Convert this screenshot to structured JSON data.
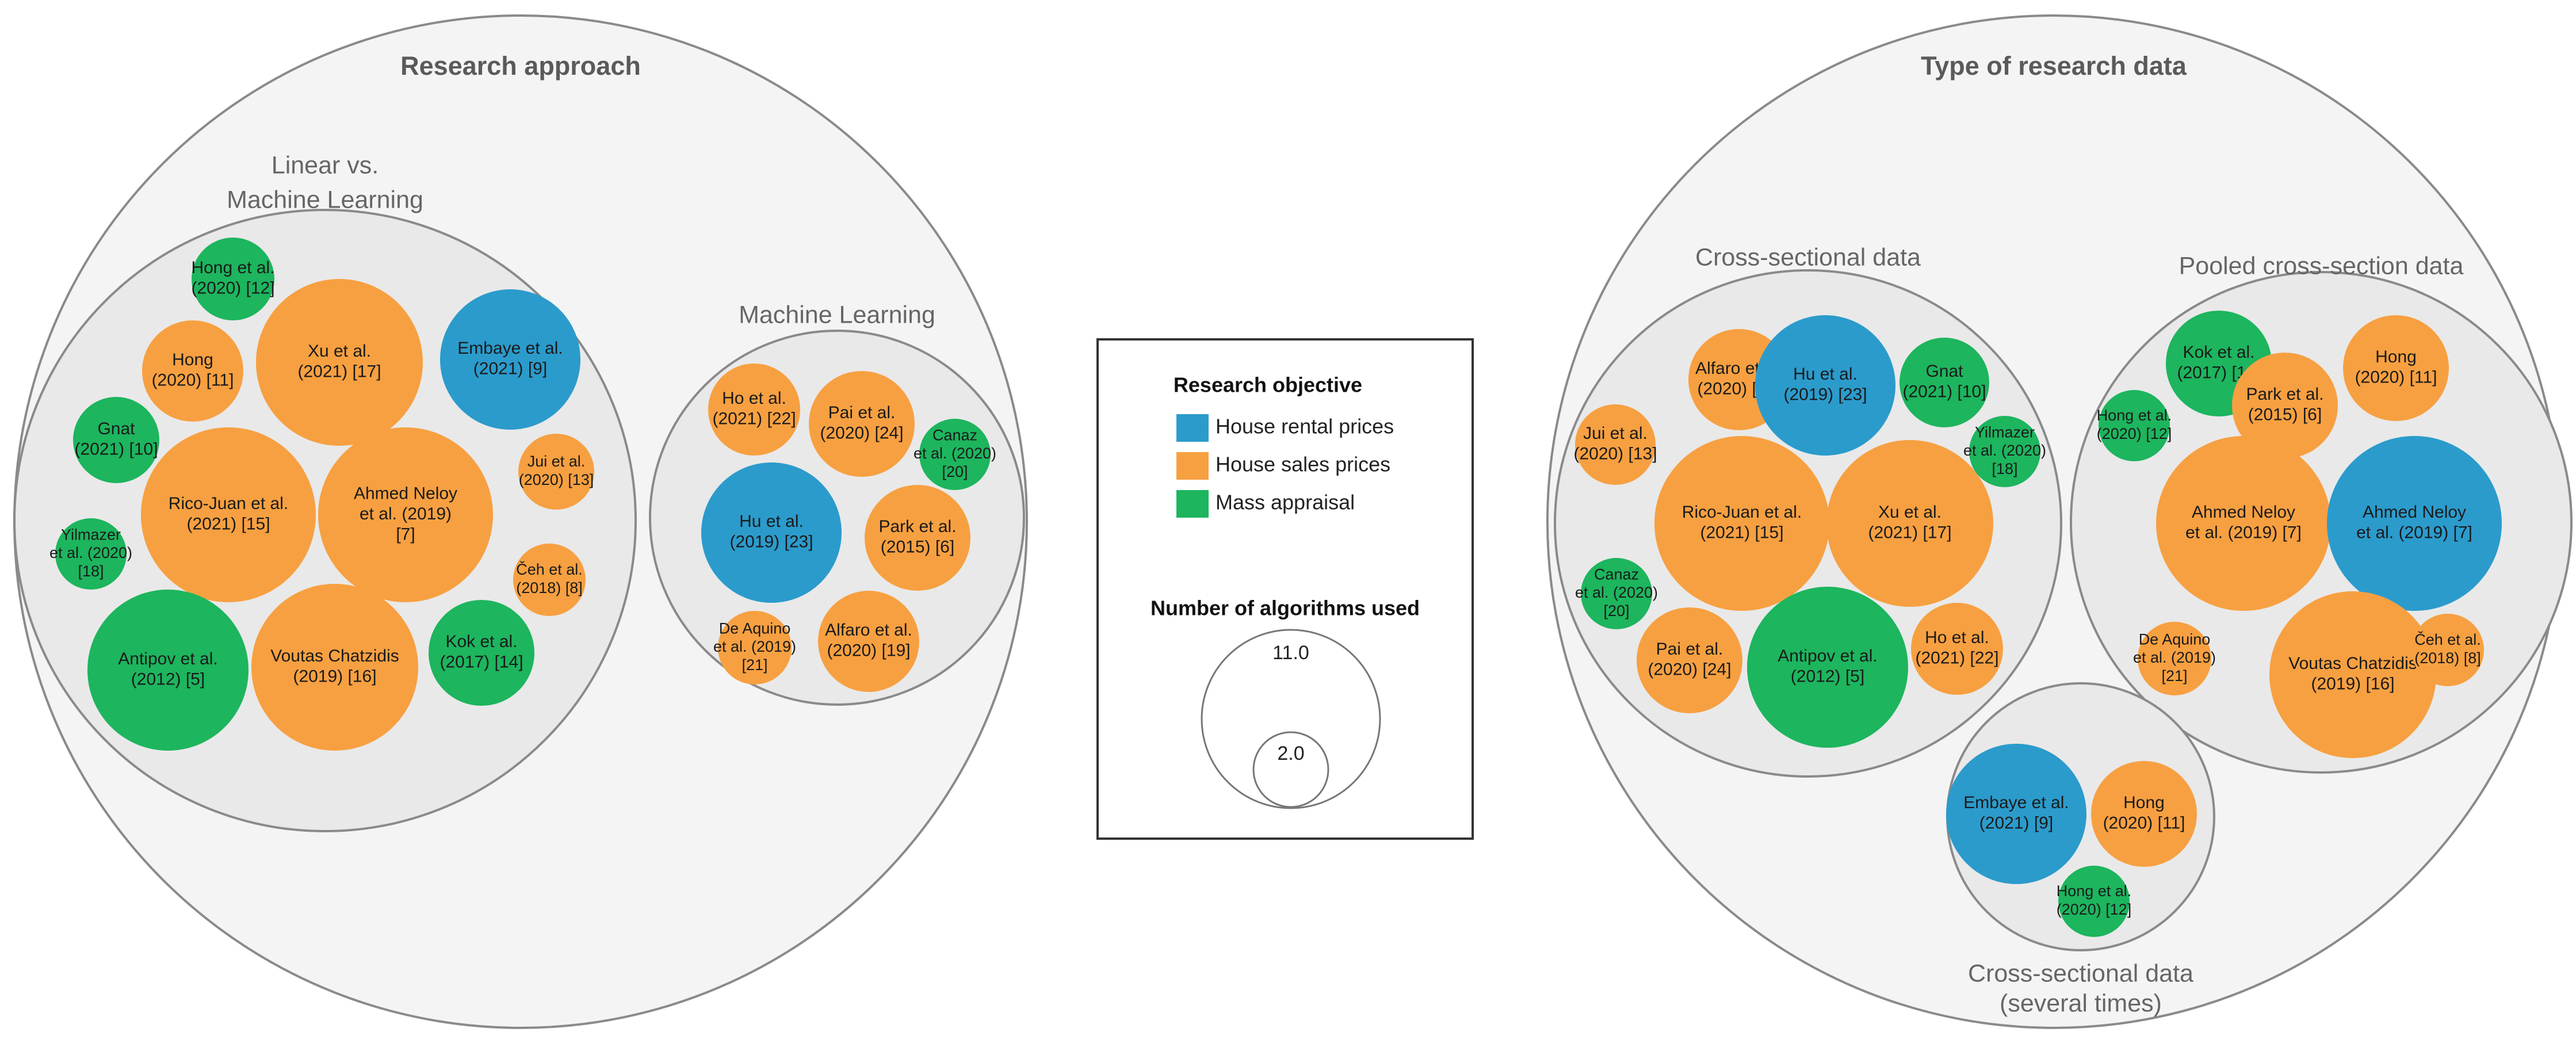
{
  "colors": {
    "rental": "#2b9bcc",
    "sales": "#f7a041",
    "mass": "#1db55e"
  },
  "panels": [
    {
      "title": "Research approach",
      "groups": [
        {
          "label": [
            "Linear vs.",
            "Machine Learning"
          ],
          "bubbles": [
            {
              "lines": [
                "Hong et al.",
                "(2020) [12]"
              ],
              "cat": "mass"
            },
            {
              "lines": [
                "Hong",
                "(2020) [11]"
              ],
              "cat": "sales"
            },
            {
              "lines": [
                "Xu et al.",
                "(2021) [17]"
              ],
              "cat": "sales"
            },
            {
              "lines": [
                "Embaye et al.",
                "(2021) [9]"
              ],
              "cat": "rental"
            },
            {
              "lines": [
                "Gnat",
                "(2021) [10]"
              ],
              "cat": "mass"
            },
            {
              "lines": [
                "Rico-Juan et al.",
                "(2021) [15]"
              ],
              "cat": "sales"
            },
            {
              "lines": [
                "Ahmed Neloy",
                "et al. (2019)",
                "[7]"
              ],
              "cat": "sales"
            },
            {
              "lines": [
                "Jui et al.",
                "(2020) [13]"
              ],
              "cat": "sales"
            },
            {
              "lines": [
                "Yilmazer",
                "et al. (2020)",
                "[18]"
              ],
              "cat": "mass"
            },
            {
              "lines": [
                "Čeh et al.",
                "(2018) [8]"
              ],
              "cat": "sales"
            },
            {
              "lines": [
                "Antipov et al.",
                "(2012) [5]"
              ],
              "cat": "mass"
            },
            {
              "lines": [
                "Voutas Chatzidis",
                "(2019) [16]"
              ],
              "cat": "sales"
            },
            {
              "lines": [
                "Kok et al.",
                "(2017) [14]"
              ],
              "cat": "mass"
            }
          ]
        },
        {
          "label": [
            "Machine Learning"
          ],
          "bubbles": [
            {
              "lines": [
                "Ho et al.",
                "(2021) [22]"
              ],
              "cat": "sales"
            },
            {
              "lines": [
                "Pai et al.",
                "(2020) [24]"
              ],
              "cat": "sales"
            },
            {
              "lines": [
                "Canaz",
                "et al. (2020)",
                "[20]"
              ],
              "cat": "mass"
            },
            {
              "lines": [
                "Hu et al.",
                "(2019) [23]"
              ],
              "cat": "rental"
            },
            {
              "lines": [
                "Park et al.",
                "(2015) [6]"
              ],
              "cat": "sales"
            },
            {
              "lines": [
                "De Aquino",
                "et al. (2019)",
                "[21]"
              ],
              "cat": "sales"
            },
            {
              "lines": [
                "Alfaro et al.",
                "(2020) [19]"
              ],
              "cat": "sales"
            }
          ]
        }
      ]
    },
    {
      "title": "Type of research data",
      "groups": [
        {
          "label": [
            "Cross-sectional data"
          ],
          "bubbles": [
            {
              "lines": [
                "Alfaro et al.",
                "(2020) [19]"
              ],
              "cat": "sales"
            },
            {
              "lines": [
                "Hu et al.",
                "(2019) [23]"
              ],
              "cat": "rental"
            },
            {
              "lines": [
                "Gnat",
                "(2021) [10]"
              ],
              "cat": "mass"
            },
            {
              "lines": [
                "Jui et al.",
                "(2020) [13]"
              ],
              "cat": "sales"
            },
            {
              "lines": [
                "Yilmazer",
                "et al. (2020)",
                "[18]"
              ],
              "cat": "mass"
            },
            {
              "lines": [
                "Rico-Juan et al.",
                "(2021) [15]"
              ],
              "cat": "sales"
            },
            {
              "lines": [
                "Xu et al.",
                "(2021) [17]"
              ],
              "cat": "sales"
            },
            {
              "lines": [
                "Canaz",
                "et al. (2020)",
                "[20]"
              ],
              "cat": "mass"
            },
            {
              "lines": [
                "Pai et al.",
                "(2020) [24]"
              ],
              "cat": "sales"
            },
            {
              "lines": [
                "Antipov et al.",
                "(2012) [5]"
              ],
              "cat": "mass"
            },
            {
              "lines": [
                "Ho et al.",
                "(2021) [22]"
              ],
              "cat": "sales"
            }
          ]
        },
        {
          "label": [
            "Pooled cross-section data"
          ],
          "bubbles": [
            {
              "lines": [
                "Kok et al.",
                "(2017) [14]"
              ],
              "cat": "mass"
            },
            {
              "lines": [
                "Hong",
                "(2020) [11]"
              ],
              "cat": "sales"
            },
            {
              "lines": [
                "Hong et al.",
                "(2020) [12]"
              ],
              "cat": "mass"
            },
            {
              "lines": [
                "Park et al.",
                "(2015) [6]"
              ],
              "cat": "sales"
            },
            {
              "lines": [
                "Ahmed Neloy",
                "et al. (2019) [7]"
              ],
              "cat": "sales"
            },
            {
              "lines": [
                "Ahmed Neloy",
                "et al. (2019) [7]"
              ],
              "cat": "rental"
            },
            {
              "lines": [
                "De Aquino",
                "et al. (2019)",
                "[21]"
              ],
              "cat": "sales"
            },
            {
              "lines": [
                "Voutas Chatzidis",
                "(2019) [16]"
              ],
              "cat": "sales"
            },
            {
              "lines": [
                "Čeh et al.",
                "(2018) [8]"
              ],
              "cat": "sales"
            }
          ]
        },
        {
          "label": [
            "Cross-sectional data",
            "(several times)"
          ],
          "bubbles": [
            {
              "lines": [
                "Embaye et al.",
                "(2021) [9]"
              ],
              "cat": "rental"
            },
            {
              "lines": [
                "Hong",
                "(2020) [11]"
              ],
              "cat": "sales"
            },
            {
              "lines": [
                "Hong et al.",
                "(2020) [12]"
              ],
              "cat": "mass"
            }
          ]
        }
      ]
    }
  ],
  "legend": {
    "title": "Research objective",
    "items": [
      {
        "label": "House rental prices",
        "cat": "rental"
      },
      {
        "label": "House sales prices",
        "cat": "sales"
      },
      {
        "label": "Mass appraisal",
        "cat": "mass"
      }
    ],
    "size_title": "Number of algorithms used",
    "size_values": [
      "11.0",
      "2.0"
    ]
  }
}
